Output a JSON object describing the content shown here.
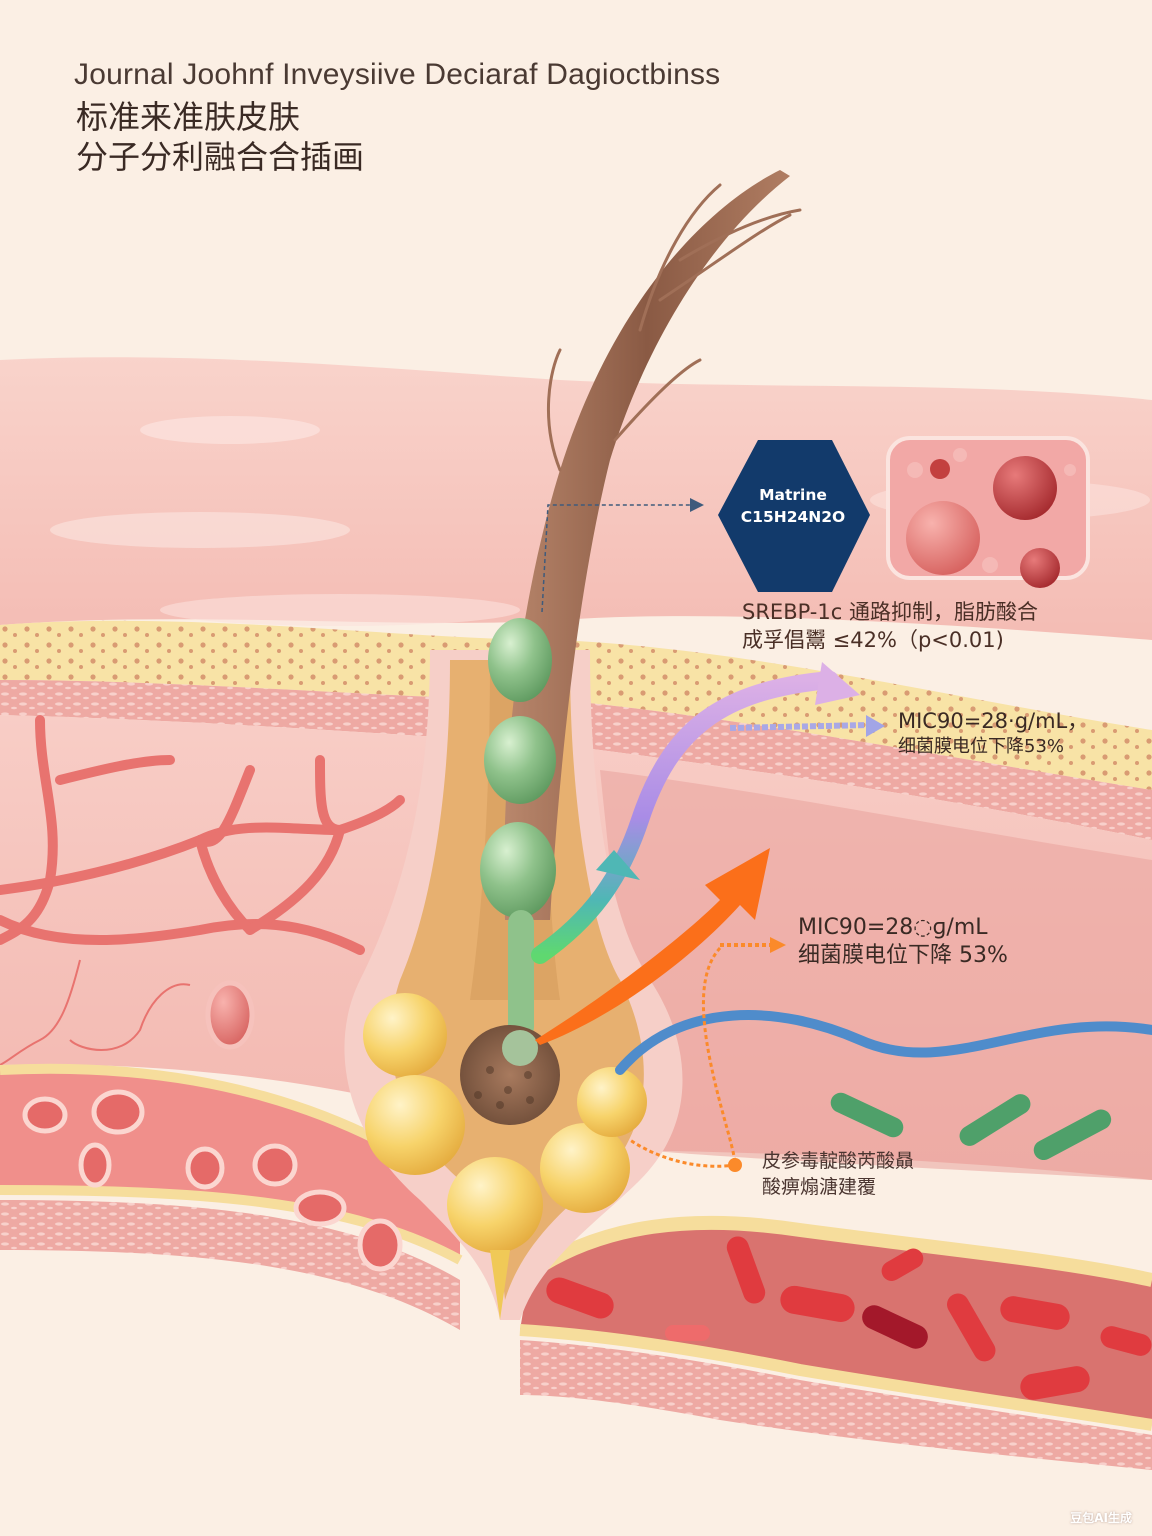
{
  "header": {
    "title_en": "Journal Joohnf Inveysiive Deciaraf Dagioctbinss",
    "title_zh_line1": "标准来准肤皮肤",
    "title_zh_line2": "分子分利融合合插画"
  },
  "molecule_badge": {
    "name": "Matrine",
    "formula": "C15H24N2O",
    "color": "#123a6b"
  },
  "annotations": [
    {
      "line1": "SREBP-1c  通路抑制，脂肪酸合",
      "line2": "成孚倡鬻  ≤42%（p<0.01)"
    },
    {
      "line1": "MIC90=28·g/mL，",
      "line2": "细菌膜电位下降53%"
    },
    {
      "line1": "MIC90=28◌ɡ/mL",
      "line2": "细菌膜电位下降 53%"
    },
    {
      "line1": "皮参毒靛酸芮酸贔",
      "line2": "酸痹煽溏建覆"
    }
  ],
  "watermark": "豆包AI生成",
  "colors": {
    "background": "#fbefe4",
    "skin": "#f6c9c2",
    "fat": "#f7e0a0",
    "hair": "#8a5a44",
    "sebaceous": "#f5cf5e",
    "follicle_bulb_green": "#8fc28b",
    "arrow_orange": "#fb6f1a",
    "arrow_purple": "#c99ae3",
    "nerve_blue": "#4f8ccb",
    "bacteria_red": "#e03b3f",
    "bacteria_green": "#4fa06a"
  }
}
